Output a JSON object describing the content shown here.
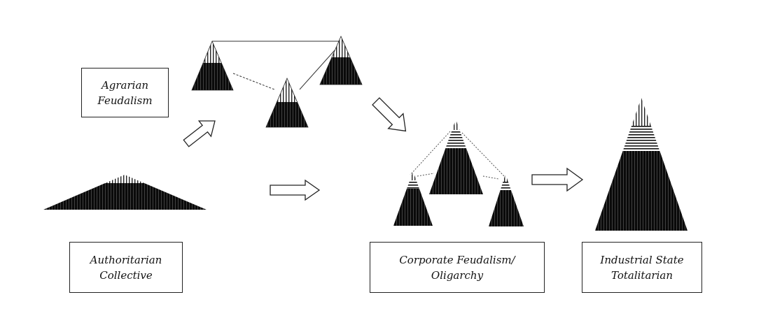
{
  "labels": {
    "agrarian": {
      "line1": "Agrarian",
      "line2": "Feudalism"
    },
    "authoritarian": {
      "line1": "Authoritarian",
      "line2": "Collective"
    },
    "corporate": {
      "line1": "Corporate Feudalism/",
      "line2": "Oligarchy"
    },
    "industrial": {
      "line1": "Industrial State",
      "line2": "Totalitarian"
    }
  },
  "colors": {
    "ink": "#111111",
    "paper": "#ffffff"
  }
}
